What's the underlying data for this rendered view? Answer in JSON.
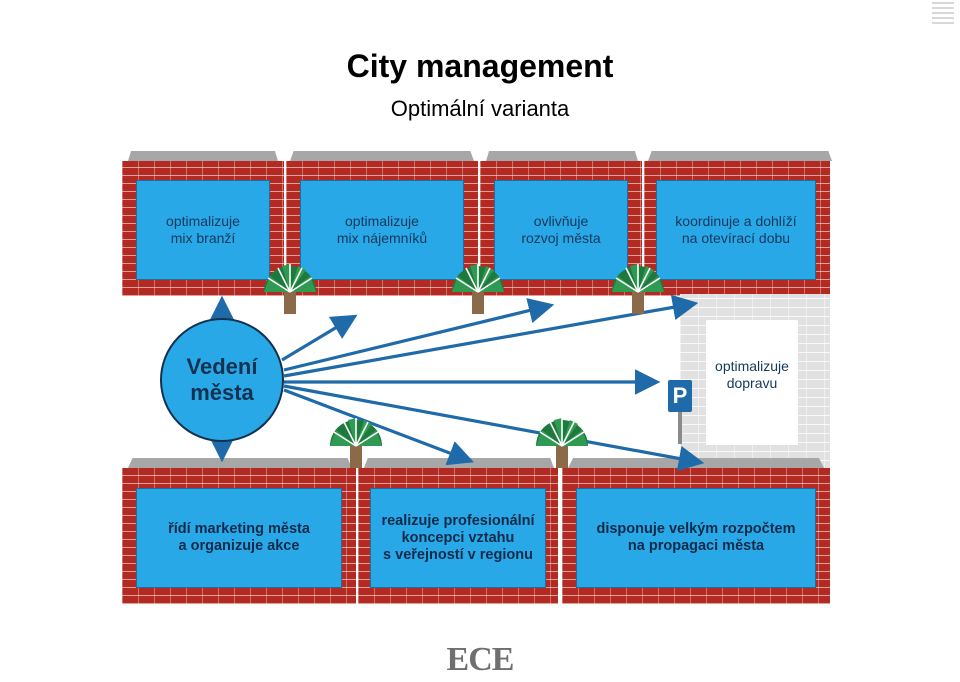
{
  "title": "City management",
  "subtitle": "Optimální varianta",
  "top_buildings": [
    "optimalizuje\nmix branží",
    "optimalizuje\nmix nájemníků",
    "ovlivňuje\nrozvoj města",
    "koordinuje a dohlíží\nna otevírací dobu"
  ],
  "bottom_buildings": [
    "řídí marketing města\na organizuje akce",
    "realizuje profesionální\nkoncepci vztahu\ns veřejností v regionu",
    "disponuje velkým rozpočtem\nna propagaci města"
  ],
  "center_label": "Vedení\nměsta",
  "traffic_label": "optimalizuje\ndopravu",
  "parking_sign": "P",
  "logo": "ECE",
  "colors": {
    "brick": "#b22a22",
    "window": "#29a8e8",
    "arrow": "#1f6aa8",
    "tree_crown": "#1e7a3c",
    "tree_trunk": "#8b6a4a"
  }
}
